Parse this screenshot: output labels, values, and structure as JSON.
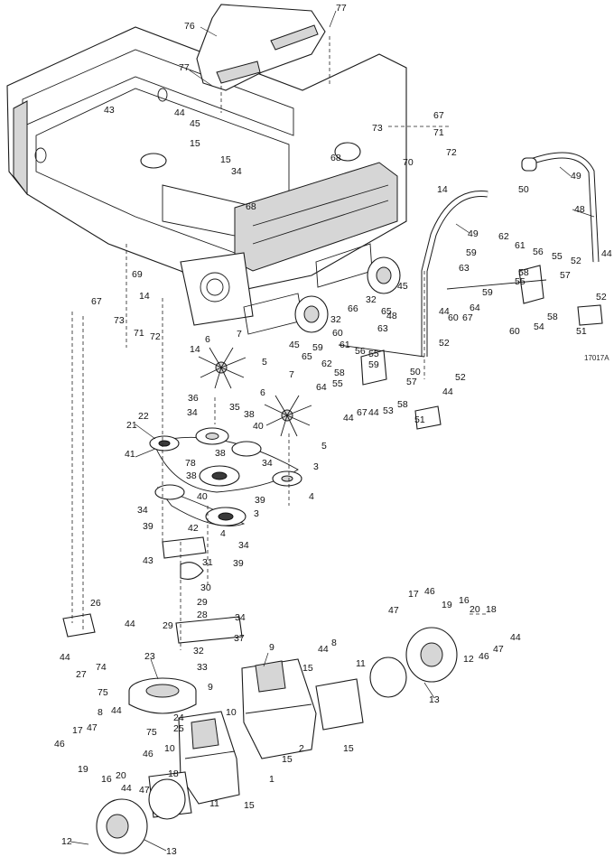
{
  "drawing_code": "17017A",
  "callouts": {
    "c1": "1",
    "c2": "2",
    "c3": "3",
    "c4": "4",
    "c5": "5",
    "c6": "6",
    "c7": "7",
    "c8": "8",
    "c9": "9",
    "c10": "10",
    "c11": "11",
    "c12": "12",
    "c13": "13",
    "c14": "14",
    "c15": "15",
    "c16": "16",
    "c17": "17",
    "c18": "18",
    "c19": "19",
    "c20": "20",
    "c21": "21",
    "c22": "22",
    "c23": "23",
    "c24": "24",
    "c25": "25",
    "c26": "26",
    "c27": "27",
    "c28": "28",
    "c29": "29",
    "c30": "30",
    "c31": "31",
    "c32": "32",
    "c33": "33",
    "c34": "34",
    "c35": "35",
    "c36": "36",
    "c37": "37",
    "c38": "38",
    "c39": "39",
    "c40": "40",
    "c41": "41",
    "c42": "42",
    "c43": "43",
    "c44": "44",
    "c45": "45",
    "c46": "46",
    "c47": "47",
    "c48": "48",
    "c49": "49",
    "c50": "50",
    "c51": "51",
    "c52": "52",
    "c53": "53",
    "c54": "54",
    "c55": "55",
    "c56": "56",
    "c57": "57",
    "c58": "58",
    "c59": "59",
    "c60": "60",
    "c61": "61",
    "c62": "62",
    "c63": "63",
    "c64": "64",
    "c65": "65",
    "c66": "66",
    "c67": "67",
    "c68": "68",
    "c69": "69",
    "c70": "70",
    "c71": "71",
    "c72": "72",
    "c73": "73",
    "c74": "74",
    "c75": "75",
    "c76": "76",
    "c77": "77",
    "c78": "78"
  }
}
